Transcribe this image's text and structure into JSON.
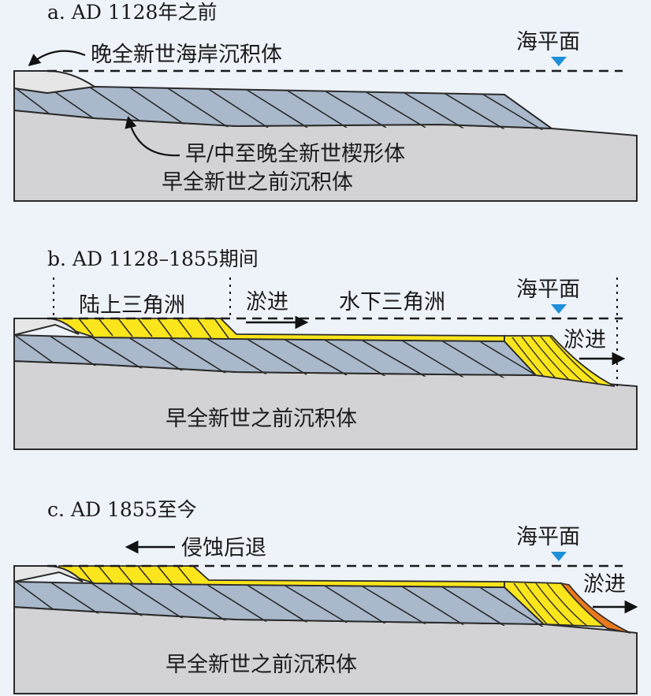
{
  "panels": [
    {
      "title": "a. AD 1128年之前",
      "sea_level": "海平面",
      "labels": {
        "coastal": "晚全新世海岸沉积体",
        "wedge": "早/中至晚全新世楔形体",
        "base": "早全新世之前沉积体"
      }
    },
    {
      "title": "b. AD 1128–1855期间",
      "sea_level": "海平面",
      "labels": {
        "subaerial_delta": "陆上三角洲",
        "progradation_1": "淤进",
        "subaqueous_delta": "水下三角洲",
        "progradation_2": "淤进",
        "base": "早全新世之前沉积体"
      }
    },
    {
      "title": "c. AD 1855至今",
      "sea_level": "海平面",
      "labels": {
        "erosion": "侵蚀后退",
        "progradation": "淤进",
        "base": "早全新世之前沉积体"
      }
    }
  ],
  "colors": {
    "background": "#eef2f9",
    "base_deposit": "#d3d3d6",
    "wedge": "#a9b9cb",
    "coastal": "#e6e6e6",
    "delta": "#fbe51c",
    "new_delta": "#e9791d",
    "sea_level_marker": "#1e8fd8",
    "outline": "#2a2a2a"
  }
}
